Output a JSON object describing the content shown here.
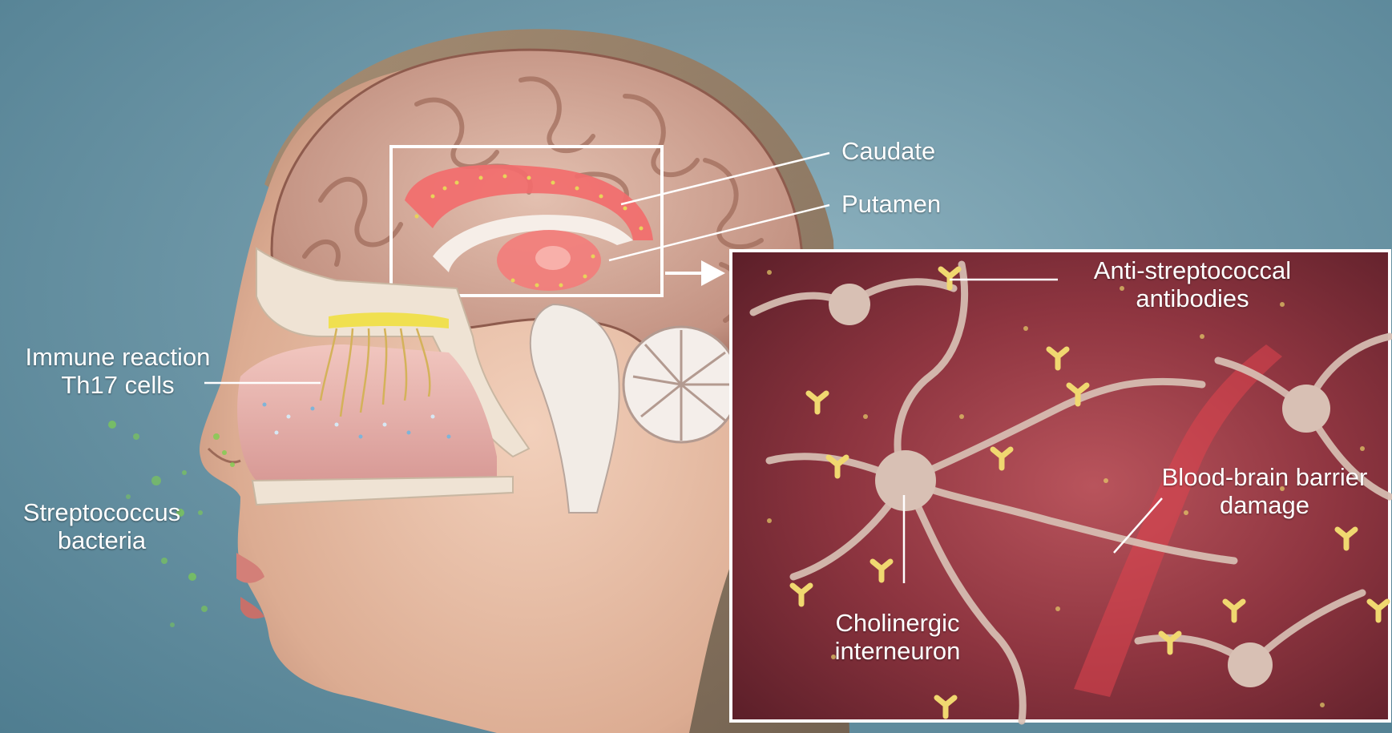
{
  "labels": {
    "caudate": "Caudate",
    "putamen": "Putamen",
    "immune_reaction": [
      "Immune reaction",
      "Th17 cells"
    ],
    "streptococcus": [
      "Streptococcus",
      "bacteria"
    ],
    "antibodies": [
      "Anti-streptococcal",
      "antibodies"
    ],
    "bbb_damage": [
      "Blood-brain barrier",
      "damage"
    ],
    "interneuron": [
      "Cholinergic",
      "interneuron"
    ]
  },
  "colors": {
    "background": "#6f98a8",
    "skin": "#e8bfa8",
    "brain": "#c99a88",
    "basal_ganglia": "#f26d6d",
    "inset_tissue": "#8c2f3a",
    "antibody": "#f0d870",
    "label_text": "#ffffff"
  }
}
